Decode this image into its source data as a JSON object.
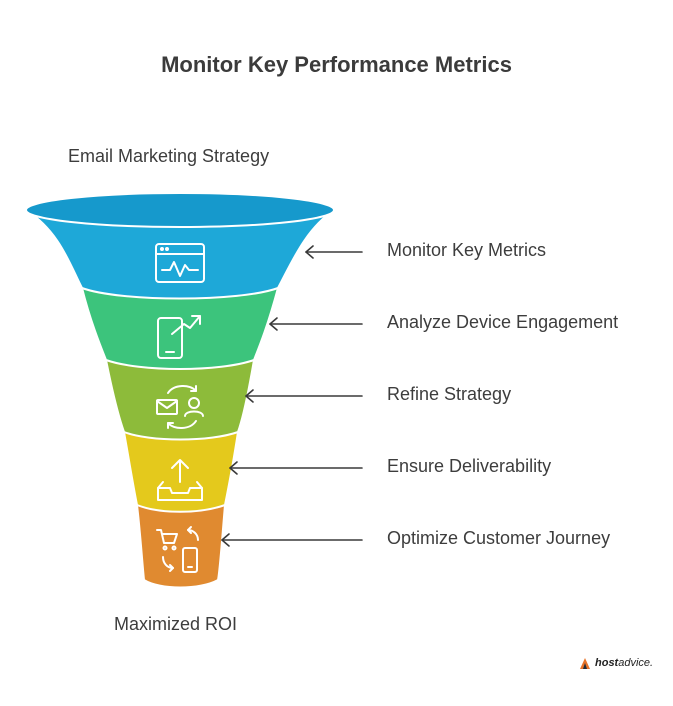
{
  "title": "Monitor Key Performance Metrics",
  "top_label": "Email Marketing Strategy",
  "bottom_label": "Maximized ROI",
  "stages": [
    {
      "label": "Monitor Key Metrics",
      "color": "#1ea8d8",
      "icon": "analytics-chart-icon"
    },
    {
      "label": "Analyze Device Engagement",
      "color": "#3cc47c",
      "icon": "mobile-growth-icon"
    },
    {
      "label": "Refine Strategy",
      "color": "#8dbb3a",
      "icon": "email-user-cycle-icon"
    },
    {
      "label": "Ensure Deliverability",
      "color": "#e4c91c",
      "icon": "inbox-upload-icon"
    },
    {
      "label": "Optimize Customer Journey",
      "color": "#e08a30",
      "icon": "cart-mobile-cycle-icon"
    }
  ],
  "brand": {
    "bold": "host",
    "rest": "advice."
  }
}
